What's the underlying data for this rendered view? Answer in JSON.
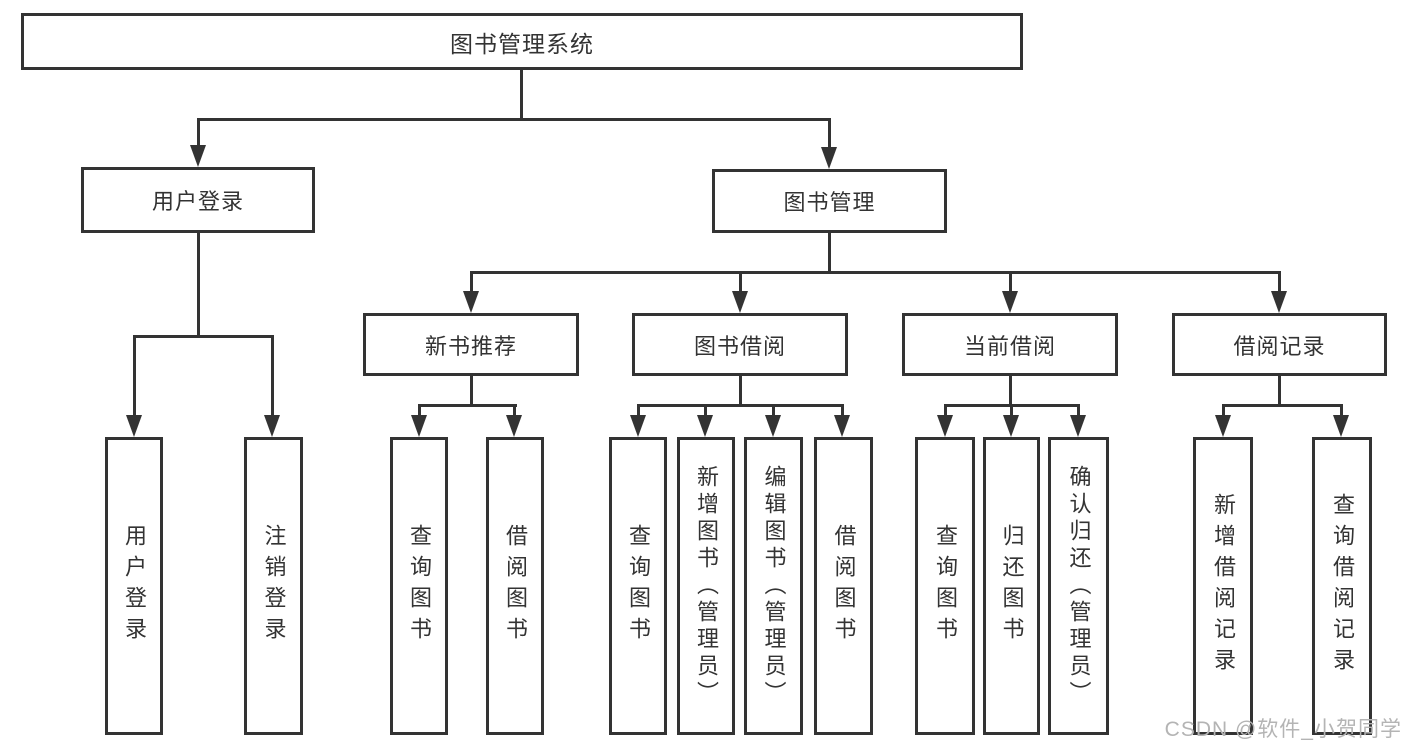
{
  "diagram": {
    "type": "hierarchy-tree",
    "title": "图书管理系统",
    "colors": {
      "line": "#333333",
      "box_border": "#333333",
      "box_background": "#ffffff",
      "text": "#333333",
      "watermark_text": "#b4b4b4"
    },
    "root": {
      "label": "图书管理系统"
    },
    "level2": [
      {
        "label": "用户登录",
        "children": [
          {
            "label": "用户登录"
          },
          {
            "label": "注销登录"
          }
        ]
      },
      {
        "label": "图书管理",
        "children": [
          {
            "label": "新书推荐",
            "children": [
              {
                "label": "查询图书"
              },
              {
                "label": "借阅图书"
              }
            ]
          },
          {
            "label": "图书借阅",
            "children": [
              {
                "label": "查询图书"
              },
              {
                "label": "新增图书（管理员）"
              },
              {
                "label": "编辑图书（管理员）"
              },
              {
                "label": "借阅图书"
              }
            ]
          },
          {
            "label": "当前借阅",
            "children": [
              {
                "label": "查询图书"
              },
              {
                "label": "归还图书"
              },
              {
                "label": "确认归还（管理员）"
              }
            ]
          },
          {
            "label": "借阅记录",
            "children": [
              {
                "label": "新增借阅记录"
              },
              {
                "label": "查询借阅记录"
              }
            ]
          }
        ]
      }
    ]
  },
  "watermark": "CSDN @软件_小贺同学"
}
